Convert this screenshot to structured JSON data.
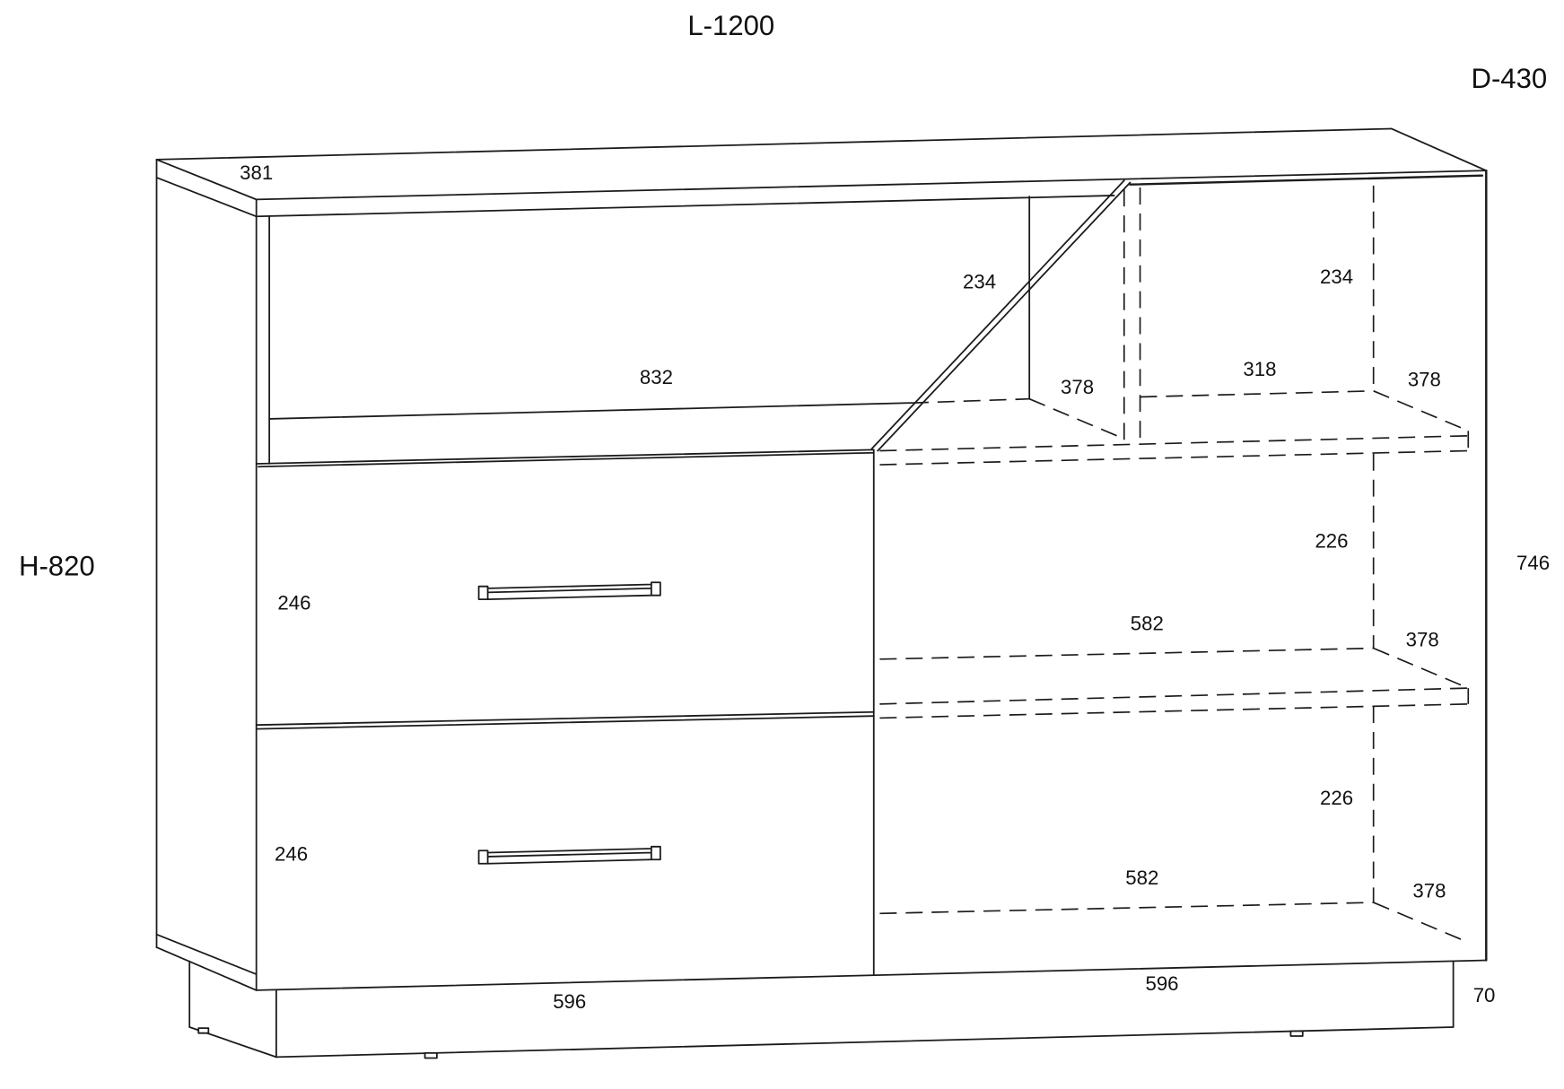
{
  "overall": {
    "length": "L-1200",
    "depth": "D-430",
    "height": "H-820"
  },
  "top": {
    "depth": "381"
  },
  "upper_left_compartment": {
    "height": "234",
    "width": "832",
    "depth": "378"
  },
  "upper_right_compartment": {
    "height": "234",
    "width": "318",
    "depth": "378"
  },
  "middle_right_compartment": {
    "height": "226",
    "width": "582",
    "depth": "378"
  },
  "lower_right_compartment": {
    "height": "226",
    "width": "582",
    "depth": "378"
  },
  "drawers": [
    {
      "height": "246"
    },
    {
      "height": "246"
    }
  ],
  "front": {
    "left_width": "596",
    "right_width": "596",
    "body_height": "746",
    "plinth_height": "70"
  }
}
